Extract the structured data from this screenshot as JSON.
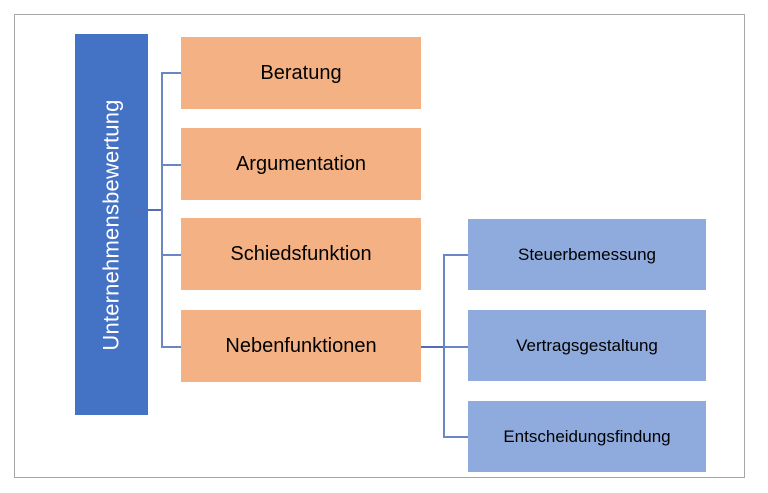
{
  "figure": {
    "title": "Unternehmensbewertung",
    "root": {
      "label": "Unternehmensbewertung",
      "color": "#4472C4",
      "text_color": "#FFFFFF",
      "orientation": "vertical"
    },
    "main_branches": {
      "color": "#F4B183",
      "items": [
        {
          "label": "Beratung"
        },
        {
          "label": "Argumentation"
        },
        {
          "label": "Schiedsfunktion"
        },
        {
          "label": "Nebenfunktionen"
        }
      ]
    },
    "sub_branches": {
      "parent": "Nebenfunktionen",
      "color": "#8FAADC",
      "items": [
        {
          "label": "Steuerbemessung"
        },
        {
          "label": "Vertragsgestaltung"
        },
        {
          "label": "Entscheidungsfindung"
        }
      ]
    },
    "connector_color": "#6B86C4",
    "frame_border_color": "#A6A6A6",
    "background_color": "#FFFFFF"
  }
}
